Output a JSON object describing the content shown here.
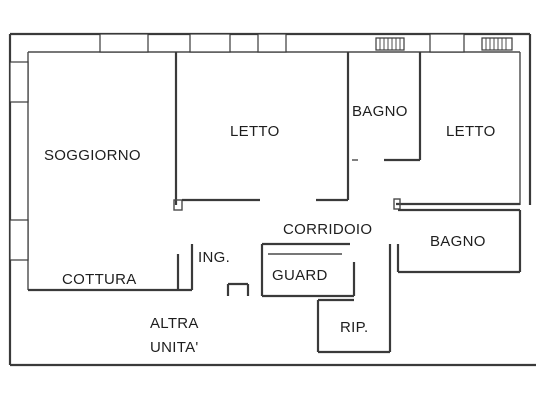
{
  "rooms": {
    "soggiorno": "SOGGIORNO",
    "letto_1": "LETTO",
    "bagno_1": "BAGNO",
    "letto_2": "LETTO",
    "corridoio": "CORRIDOIO",
    "bagno_2": "BAGNO",
    "ingresso": "ING.",
    "cottura": "COTTURA",
    "guardaroba": "GUARD",
    "ripostiglio": "RIP.",
    "altra_unita_line1": "ALTRA",
    "altra_unita_line2": "UNITA'"
  },
  "colors": {
    "wall": "#3a3a3a",
    "text": "#1e1e1e",
    "background": "#ffffff"
  }
}
